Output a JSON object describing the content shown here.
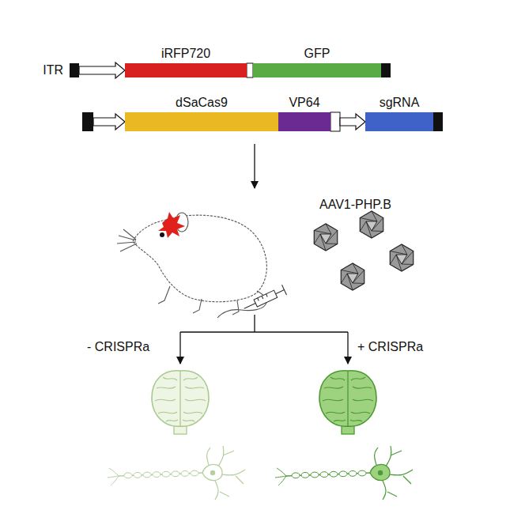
{
  "diagram": {
    "nodes": [
      {
        "text": [
          "ITR"
        ]
      },
      {
        "text": [
          "iRFP720"
        ]
      },
      {
        "text": [
          "GFP"
        ]
      },
      {
        "text": [
          "dSaCas9"
        ]
      },
      {
        "text": [
          "VP64"
        ]
      },
      {
        "text": [
          "sgRNA"
        ]
      }
    ],
    "labels": [
      "AAV1-PHP.B",
      "- CRISPRa",
      "+ CRISPRa"
    ]
  }
}
